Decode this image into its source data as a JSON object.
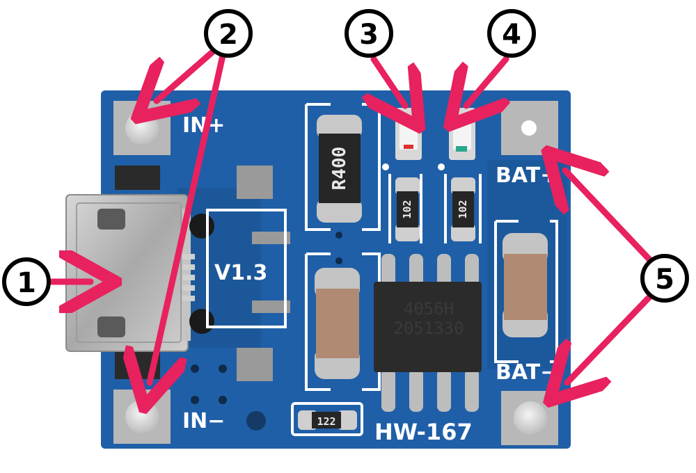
{
  "labels": {
    "in_plus": "IN+",
    "in_minus": "IN−",
    "bat_plus": "BAT+",
    "bat_minus": "BAT−",
    "version": "V1.3",
    "board_name": "HW-167",
    "resistor_main": "R400",
    "resistor_a": "102",
    "resistor_b": "102",
    "resistor_c": "122",
    "chip_line1": "4056H",
    "chip_line2": "2051330"
  },
  "callouts": [
    {
      "number": "1"
    },
    {
      "number": "2"
    },
    {
      "number": "3"
    },
    {
      "number": "4"
    },
    {
      "number": "5"
    }
  ],
  "colors": {
    "board": "#1f5fa8",
    "arrow": "#e8215f",
    "silkscreen": "#ffffff",
    "pad": "#b8b8b8",
    "chip": "#2b2b2b"
  }
}
